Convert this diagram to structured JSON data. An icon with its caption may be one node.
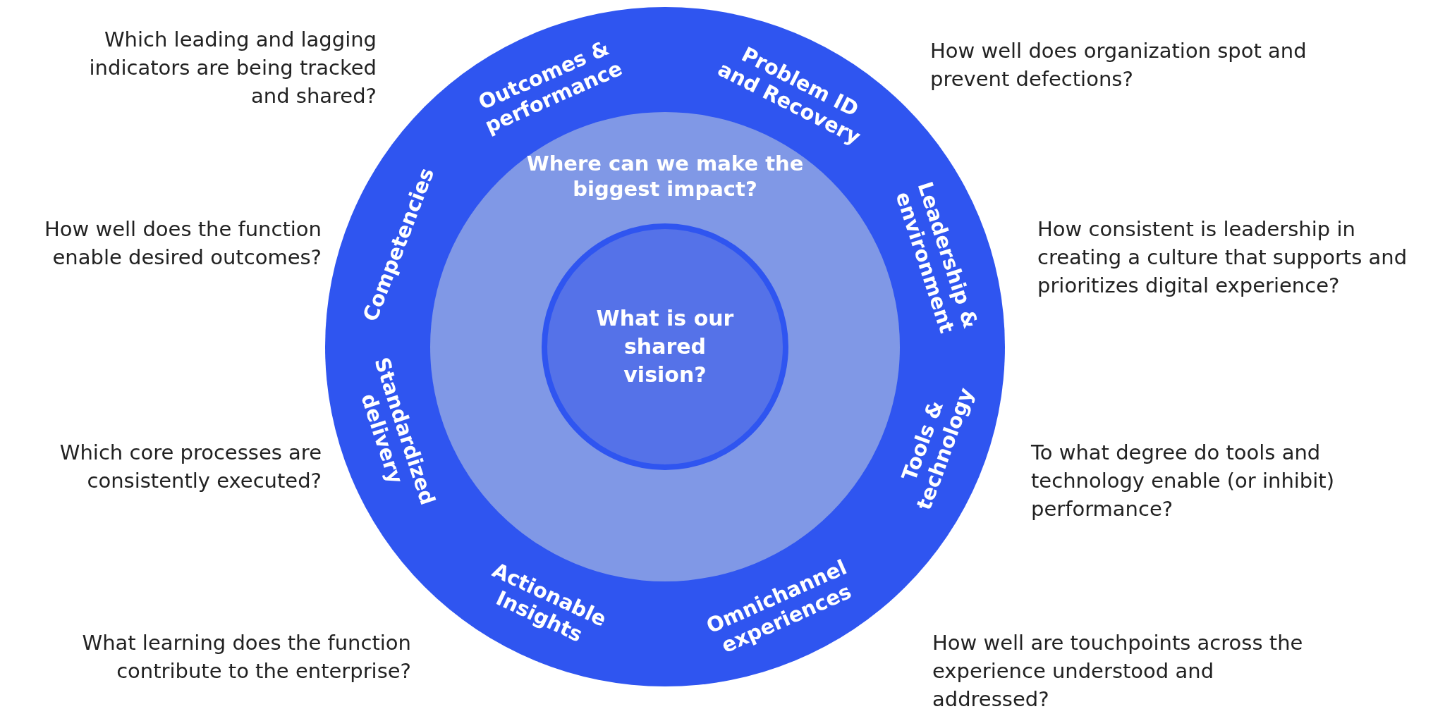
{
  "diagram": {
    "nodes": [
      {
        "text": [
          "Outcomes & performance",
          "Problem ID and Recovery",
          "Leadership & environment",
          "Tools & technology",
          "Omnichannel experiences",
          "Actionable Insights",
          "Standardized delivery",
          "Competencies"
        ]
      },
      {
        "text": [
          "Where can we make the biggest impact?"
        ],
        "in": 0
      },
      {
        "text": [
          "What is our shared vision?"
        ],
        "in": 1
      }
    ],
    "labels": [
      "Which leading and lagging indicators are being tracked and shared?",
      "How well does organization spot and prevent defections?",
      "How well does the function enable desired outcomes?",
      "How consistent is leadership in creating a culture that supports and prioritizes digital experience?",
      "Which core processes are consistently executed?",
      "To what degree do tools and technology enable (or inhibit) performance?",
      "What learning does the function contribute to the enterprise?",
      "How well are touchpoints across the experience understood and addressed?"
    ]
  }
}
